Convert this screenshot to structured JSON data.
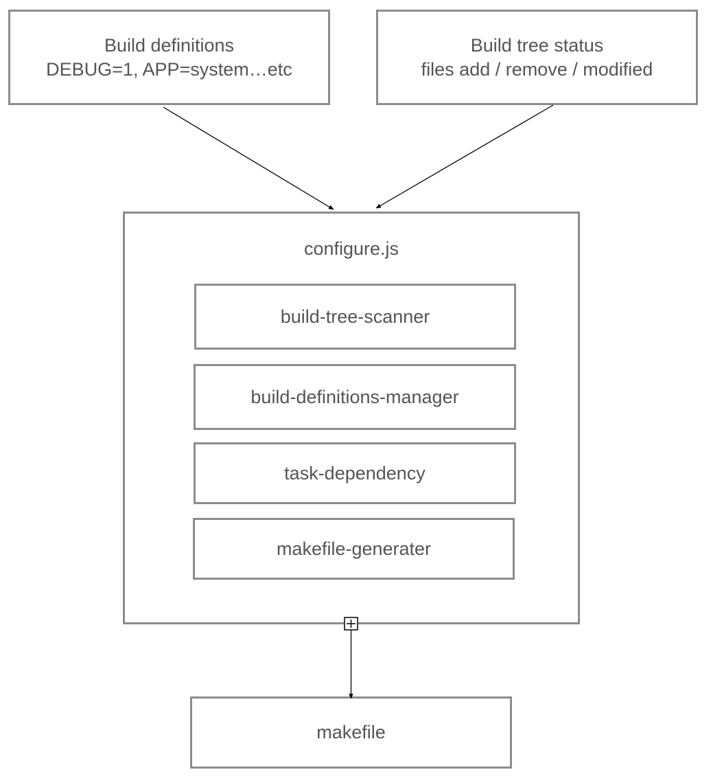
{
  "nodes": {
    "build_definitions": {
      "line1": "Build definitions",
      "line2": "DEBUG=1, APP=system…etc"
    },
    "build_tree_status": {
      "line1": "Build tree status",
      "line2": "files add / remove / modified"
    },
    "configure": {
      "title": "configure.js",
      "modules": [
        "build-tree-scanner",
        "build-definitions-manager",
        "task-dependency",
        "makefile-generater"
      ]
    },
    "makefile": {
      "label": "makefile"
    }
  },
  "colors": {
    "border": "#8c8c8c",
    "text": "#555555",
    "arrow": "#000000"
  }
}
